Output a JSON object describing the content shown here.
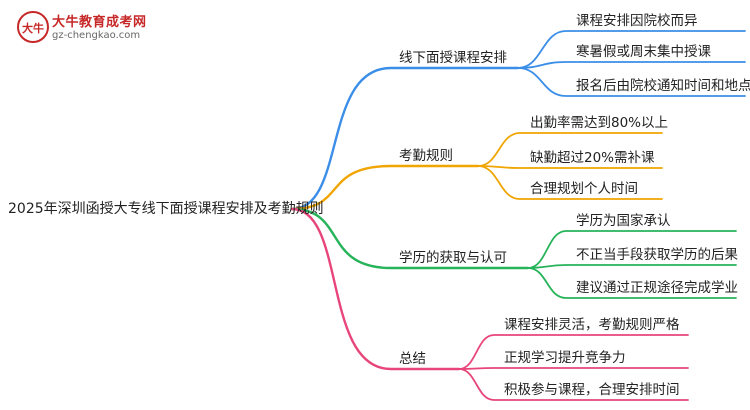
{
  "logo": {
    "title": "大牛教育成考网",
    "url": "gz-chengkao.com",
    "glyph": "大牛"
  },
  "root": "2025年深圳函授大专线下面授课程安排及考勤规则",
  "branches": [
    {
      "label": "线下面授课程安排",
      "color": "#3b8ee8",
      "children": [
        "课程安排因院校而异",
        "寒暑假或周末集中授课",
        "报名后由院校通知时间和地点"
      ]
    },
    {
      "label": "考勤规则",
      "color": "#f0a500",
      "children": [
        "出勤率需达到80%以上",
        "缺勤超过20%需补课",
        "合理规划个人时间"
      ]
    },
    {
      "label": "学历的获取与认可",
      "color": "#27b35a",
      "children": [
        "学历为国家承认",
        "不正当手段获取学历的后果",
        "建议通过正规途径完成学业"
      ]
    },
    {
      "label": "总结",
      "color": "#e8457a",
      "children": [
        "课程安排灵活，考勤规则严格",
        "正规学习提升竞争力",
        "积极参与课程，合理安排时间"
      ]
    }
  ]
}
